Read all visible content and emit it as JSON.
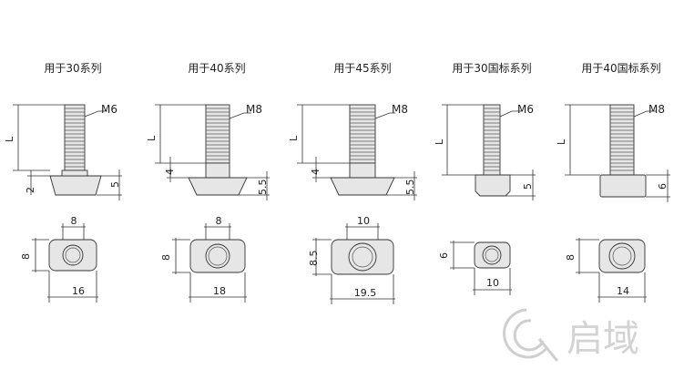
{
  "bolts": [
    {
      "title": "用于30系列",
      "thread": "M6",
      "length_label": "L",
      "neck": "2",
      "head": "5",
      "width_top": "8",
      "height_side": "8",
      "width_bottom": "16"
    },
    {
      "title": "用于40系列",
      "thread": "M8",
      "length_label": "L",
      "neck": "4",
      "head": "5.5",
      "width_top": "8",
      "height_side": "8",
      "width_bottom": "18"
    },
    {
      "title": "用于45系列",
      "thread": "M8",
      "length_label": "L",
      "neck": "4",
      "head": "5.5",
      "width_top": "10",
      "height_side": "8.5",
      "width_bottom": "19.5"
    },
    {
      "title": "用于30国标系列",
      "thread": "M6",
      "length_label": "L",
      "head": "5",
      "height_side": "6",
      "width_bottom": "10"
    },
    {
      "title": "用于40国标系列",
      "thread": "M8",
      "length_label": "L",
      "head": "6",
      "height_side": "8",
      "width_bottom": "14"
    }
  ],
  "watermark": {
    "brand": "启域"
  }
}
